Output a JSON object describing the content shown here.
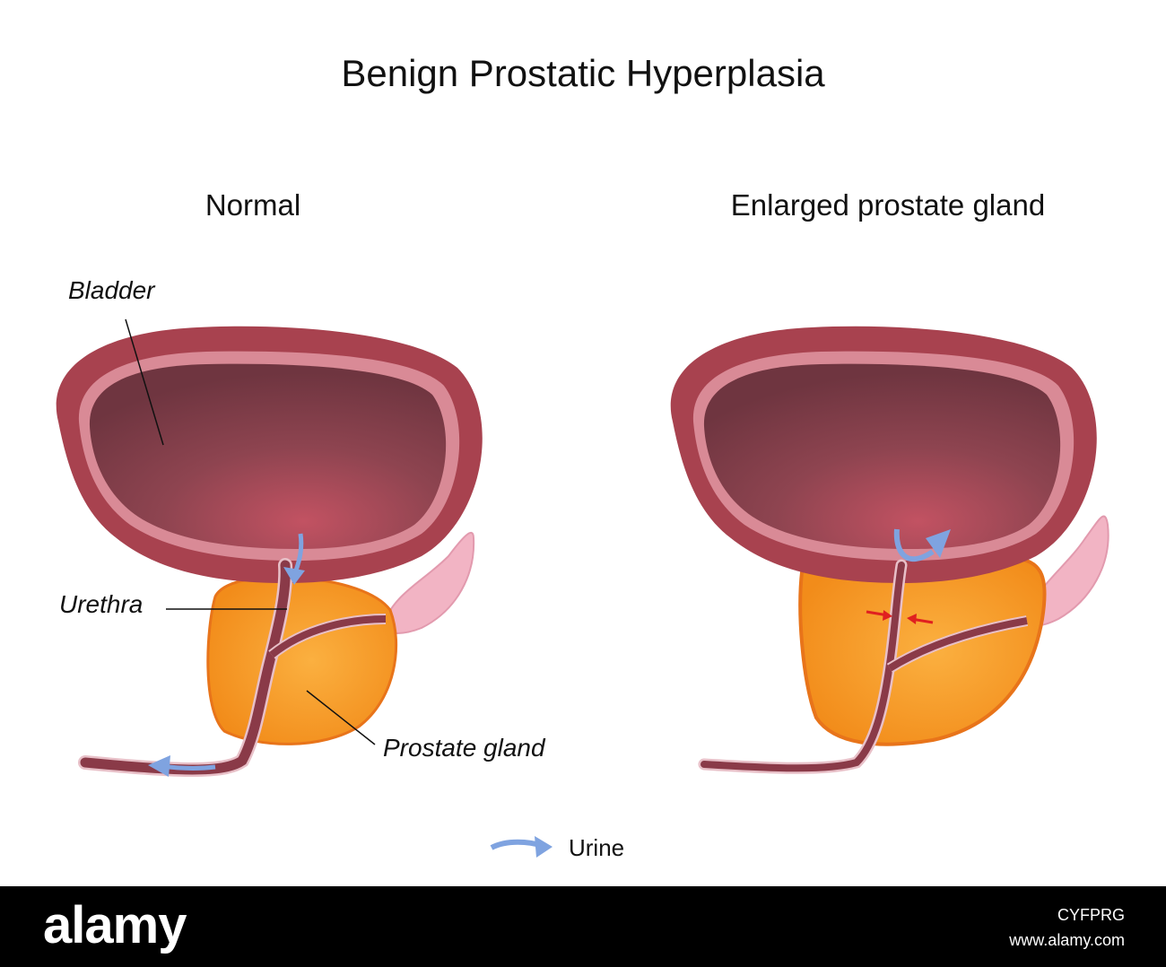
{
  "title": "Benign Prostatic Hyperplasia",
  "panels": {
    "normal": {
      "title": "Normal"
    },
    "enlarged": {
      "title": "Enlarged prostate gland"
    }
  },
  "labels": {
    "bladder": "Bladder",
    "urethra": "Urethra",
    "prostate": "Prostate gland"
  },
  "legend": {
    "urine": "Urine"
  },
  "footer": {
    "brand": "alamy",
    "image_id": "CYFPRG",
    "site": "www.alamy.com"
  },
  "colors": {
    "bladder_wall": "#a8424f",
    "bladder_lining": "#d98a96",
    "bladder_inner": "#7e3a44",
    "prostate": "#f59a1e",
    "prostate_edge": "#e8741a",
    "urethra": "#8a3a48",
    "urine_arrow": "#7fa3e0",
    "compression_arrow": "#e02020",
    "seminal_vesicle": "#f2b4c4"
  }
}
